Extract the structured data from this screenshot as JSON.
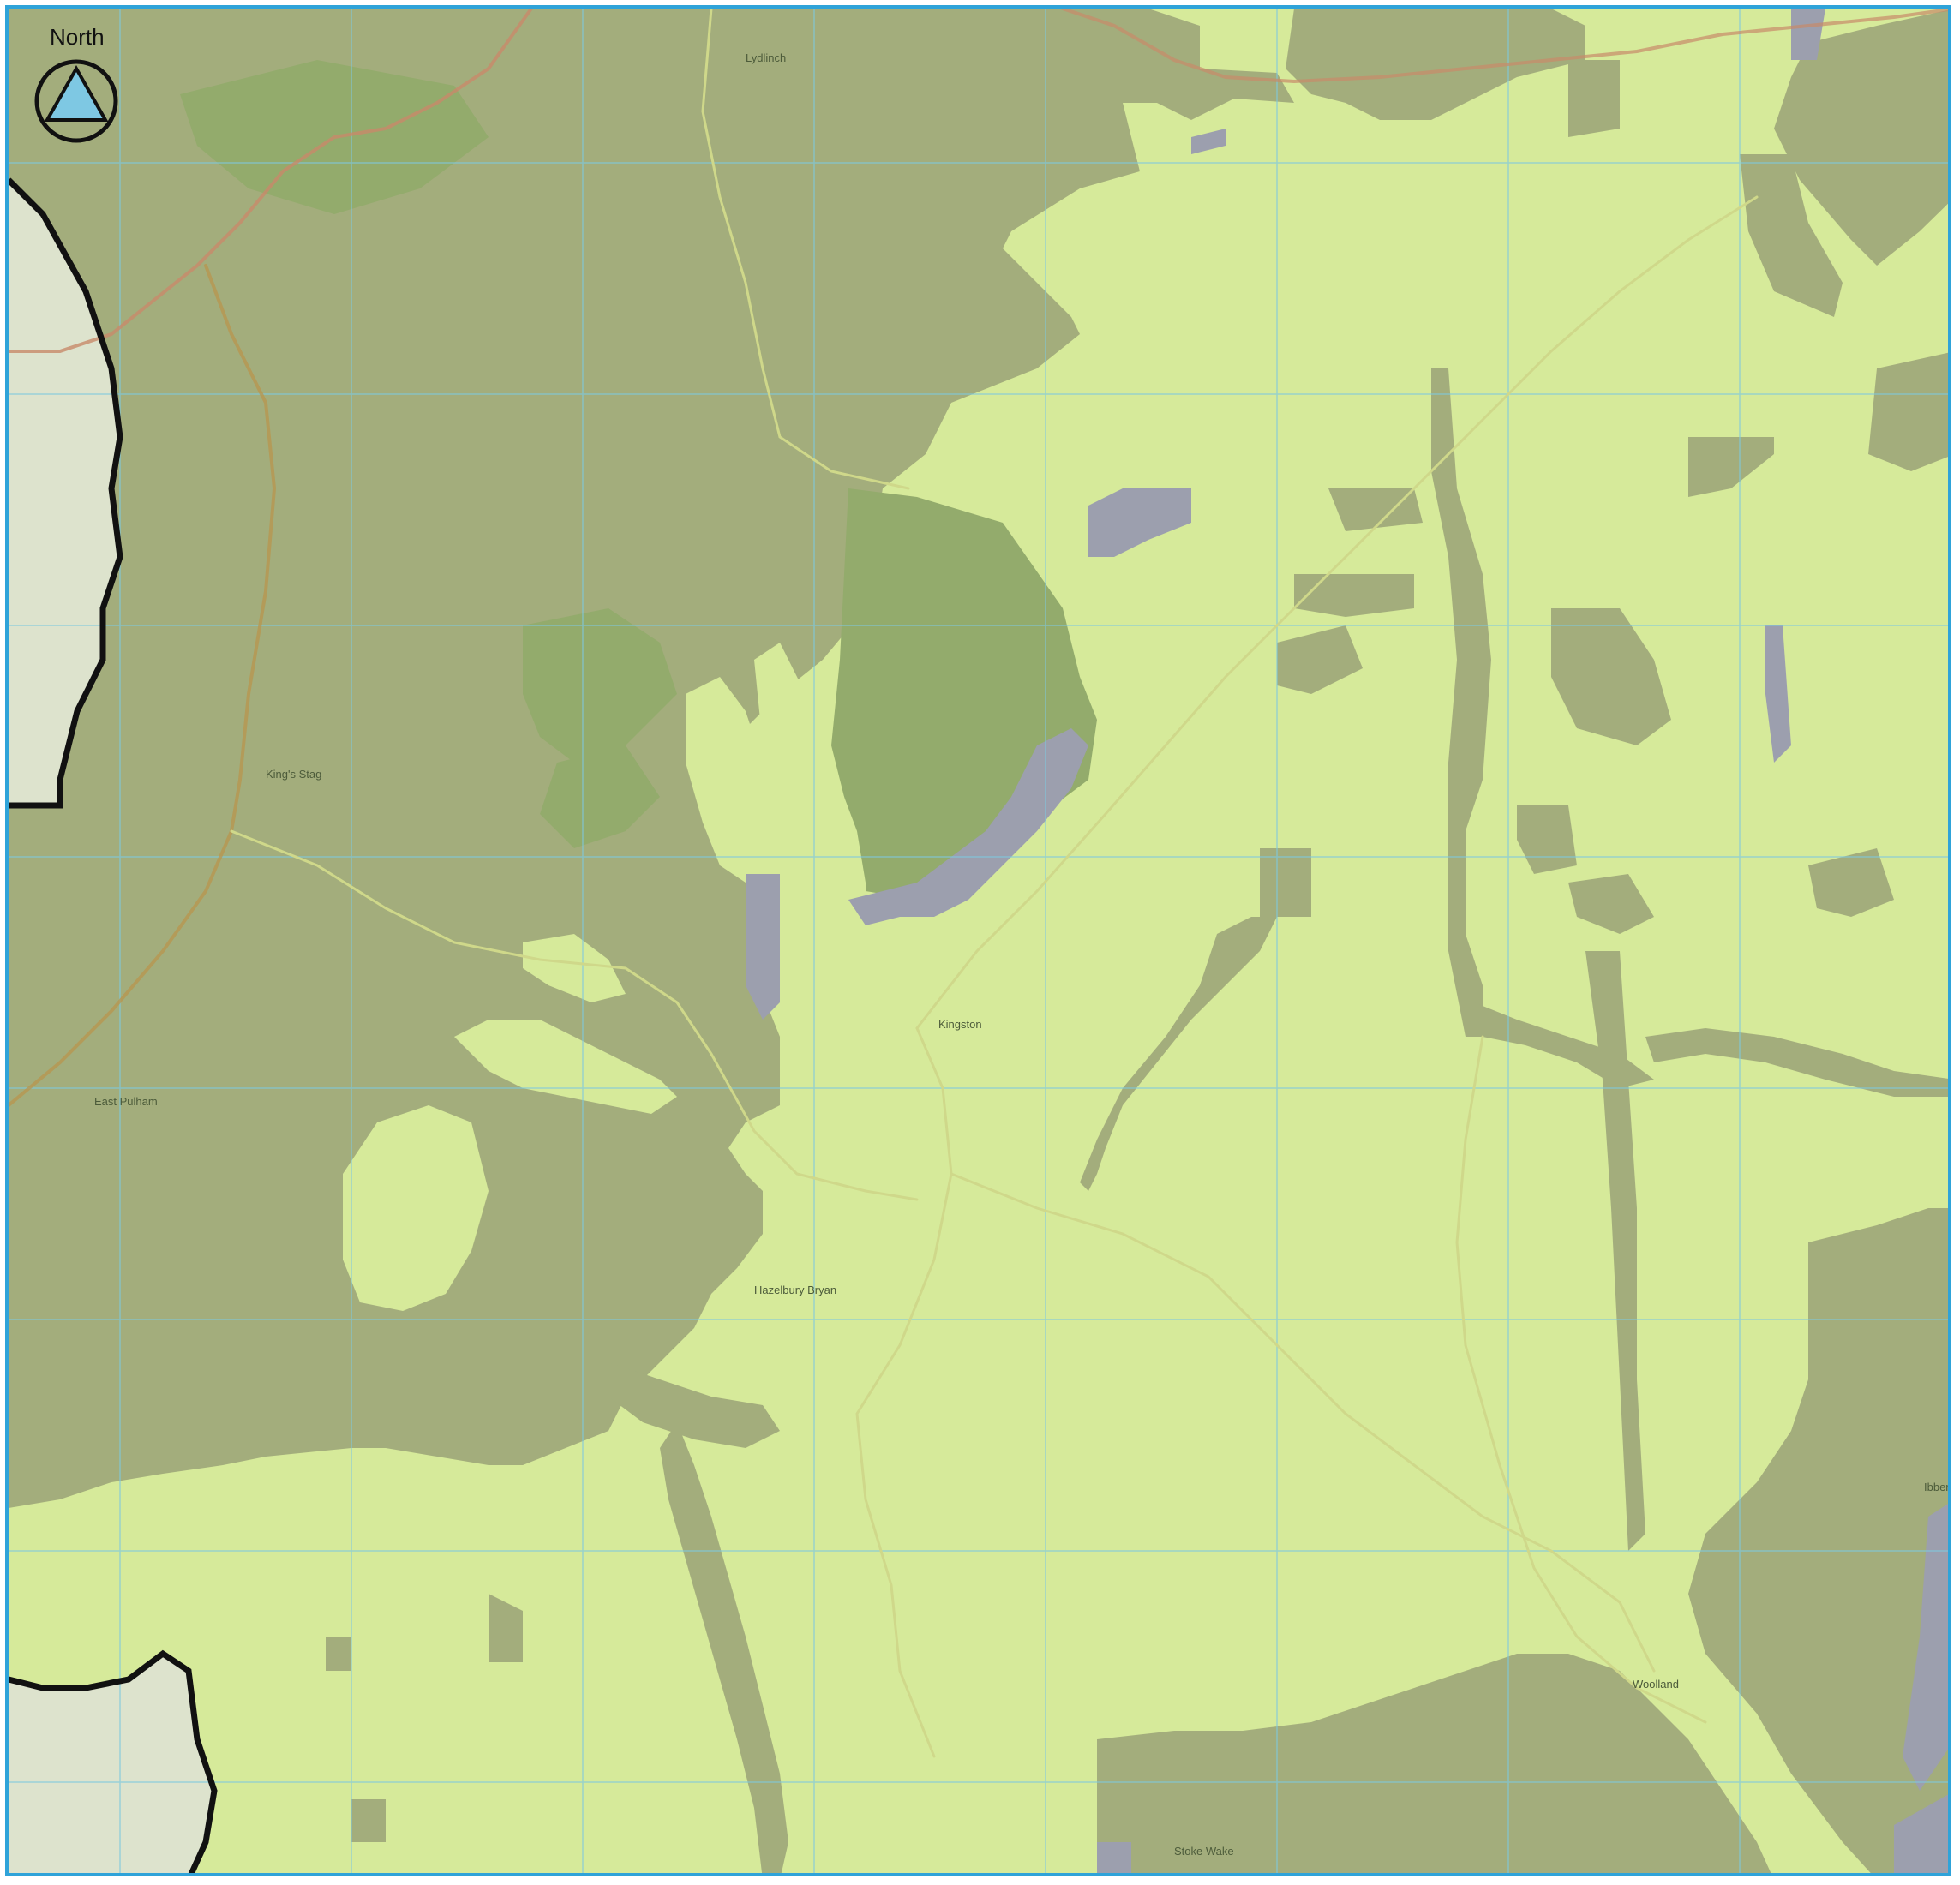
{
  "north_arrow": {
    "label": "North",
    "fill_color": "#7ec8e3"
  },
  "place_labels": {
    "lydlinch": "Lydlinch",
    "kings_stag": "King's Stag",
    "kingston": "Kingston",
    "hazelbury_bryan": "Hazelbury Bryan",
    "east_pulham": "East Pulham",
    "woolland": "Woolland",
    "ibberton": "Ibberton",
    "stoke_wake": "Stoke Wake"
  },
  "colors": {
    "frame_border": "#2fa3d9",
    "low_zone": "#d6ea9a",
    "medium_zone": "#a3ad7c",
    "woodland_zone": "#9caf72",
    "high_zone": "#9c9fae",
    "outside_area": "#dde3cd",
    "boundary_line": "#111111",
    "grid_line": "#7fc9df",
    "road_line": "#c88a6a"
  }
}
